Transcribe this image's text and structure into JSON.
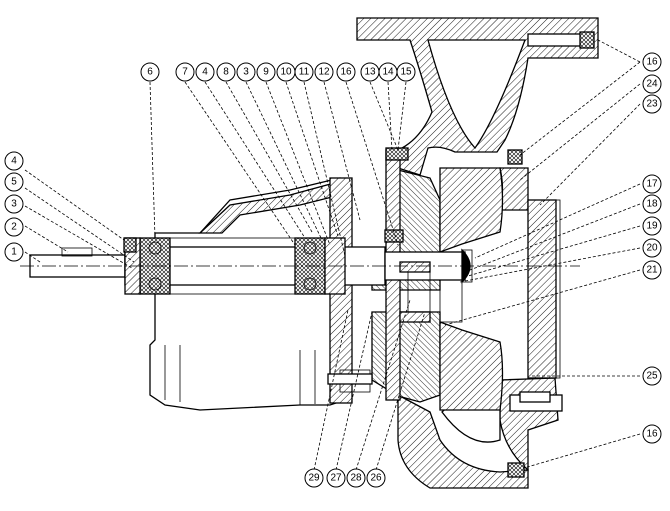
{
  "drawing": {
    "balloons": [
      {
        "id": "b1",
        "label": "1"
      },
      {
        "id": "b2",
        "label": "2"
      },
      {
        "id": "b3a",
        "label": "3"
      },
      {
        "id": "b4a",
        "label": "4"
      },
      {
        "id": "b5",
        "label": "5"
      },
      {
        "id": "b6",
        "label": "6"
      },
      {
        "id": "b7",
        "label": "7"
      },
      {
        "id": "b4b",
        "label": "4"
      },
      {
        "id": "b8",
        "label": "8"
      },
      {
        "id": "b3b",
        "label": "3"
      },
      {
        "id": "b9",
        "label": "9"
      },
      {
        "id": "b10",
        "label": "10"
      },
      {
        "id": "b11",
        "label": "11"
      },
      {
        "id": "b12",
        "label": "12"
      },
      {
        "id": "b16a",
        "label": "16"
      },
      {
        "id": "b13",
        "label": "13"
      },
      {
        "id": "b14",
        "label": "14"
      },
      {
        "id": "b15",
        "label": "15"
      },
      {
        "id": "b16b",
        "label": "16"
      },
      {
        "id": "b24",
        "label": "24"
      },
      {
        "id": "b23",
        "label": "23"
      },
      {
        "id": "b17",
        "label": "17"
      },
      {
        "id": "b18",
        "label": "18"
      },
      {
        "id": "b19",
        "label": "19"
      },
      {
        "id": "b20",
        "label": "20"
      },
      {
        "id": "b21",
        "label": "21"
      },
      {
        "id": "b25",
        "label": "25"
      },
      {
        "id": "b16c",
        "label": "16"
      },
      {
        "id": "b29",
        "label": "29"
      },
      {
        "id": "b27",
        "label": "27"
      },
      {
        "id": "b28",
        "label": "28"
      },
      {
        "id": "b26",
        "label": "26"
      }
    ]
  }
}
